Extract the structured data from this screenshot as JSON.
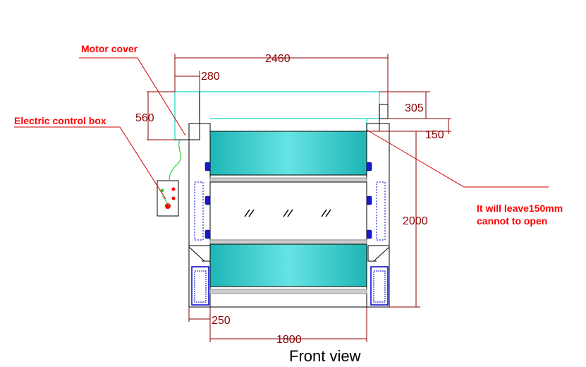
{
  "annotations": {
    "motor_cover": "Motor cover",
    "control_box": "Electric control box",
    "note_line1": "It will leave150mm",
    "note_line2": "cannot to open"
  },
  "dimensions": {
    "overall_width": "2460",
    "motor_cover_width": "280",
    "motor_cover_height": "560",
    "top_box_height": "305",
    "clearance": "150",
    "height": "2000",
    "side_frame": "250",
    "opening_width": "1800"
  },
  "view_title": "Front view",
  "colors": {
    "dimension": "#8b0000",
    "annotation": "#ff0000",
    "housing": "#40e0d0",
    "panel": "#3cc8c8",
    "cable": "#33cc33",
    "roller": "#0000cc"
  }
}
